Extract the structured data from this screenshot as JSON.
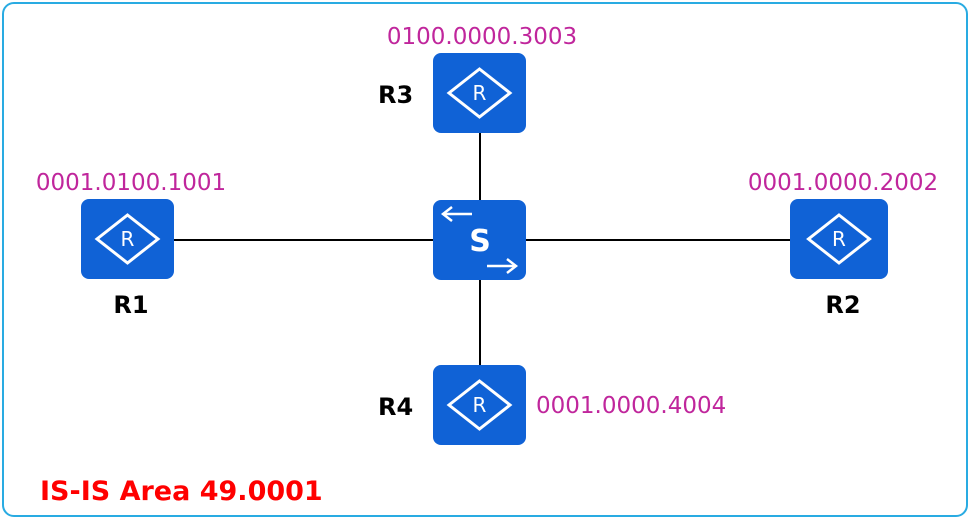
{
  "routers": [
    {
      "id": "R1",
      "label": "R1",
      "address": "0001.0100.1001"
    },
    {
      "id": "R2",
      "label": "R2",
      "address": "0001.0000.2002"
    },
    {
      "id": "R3",
      "label": "R3",
      "address": "0100.0000.3003"
    },
    {
      "id": "R4",
      "label": "R4",
      "address": "0001.0000.4004"
    }
  ],
  "switch": {
    "id": "S",
    "glyph": "S"
  },
  "router_glyph": "R",
  "area_label": "IS-IS Area 49.0001",
  "links": [
    [
      "S",
      "R1"
    ],
    [
      "S",
      "R2"
    ],
    [
      "S",
      "R3"
    ],
    [
      "S",
      "R4"
    ]
  ],
  "colors": {
    "device": "#1062d6",
    "address": "#c0269c",
    "area": "#ff0000",
    "border": "#29abe2"
  }
}
